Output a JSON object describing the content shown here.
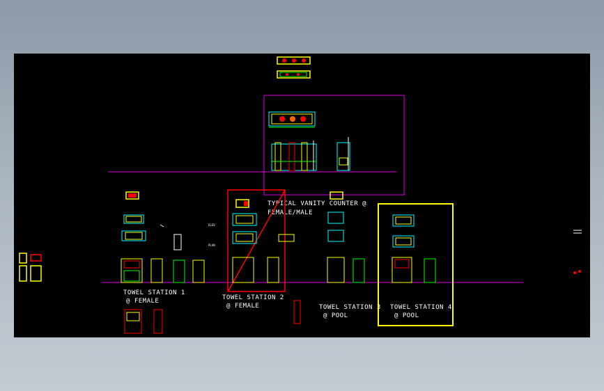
{
  "labels": {
    "vanity_l1": "TYPICAL VANITY COUNTER @",
    "vanity_l2": "FEMALE/MALE",
    "ts1_l1": "TOWEL STATION 1",
    "ts1_l2": "@ FEMALE",
    "ts2_l1": "TOWEL STATION 2",
    "ts2_l2": "@ FEMALE",
    "ts3_l1": "TOWEL STATION 3",
    "ts3_l2": "@ POOL",
    "ts4_l1": "TOWEL STATION 4",
    "ts4_l2": "@ POOL"
  },
  "colors": {
    "background": "#000000",
    "magenta": "#e000e0",
    "yellow": "#ffff00",
    "red": "#ff0000",
    "green": "#00ff00",
    "cyan": "#00ffff",
    "white": "#ffffff"
  }
}
